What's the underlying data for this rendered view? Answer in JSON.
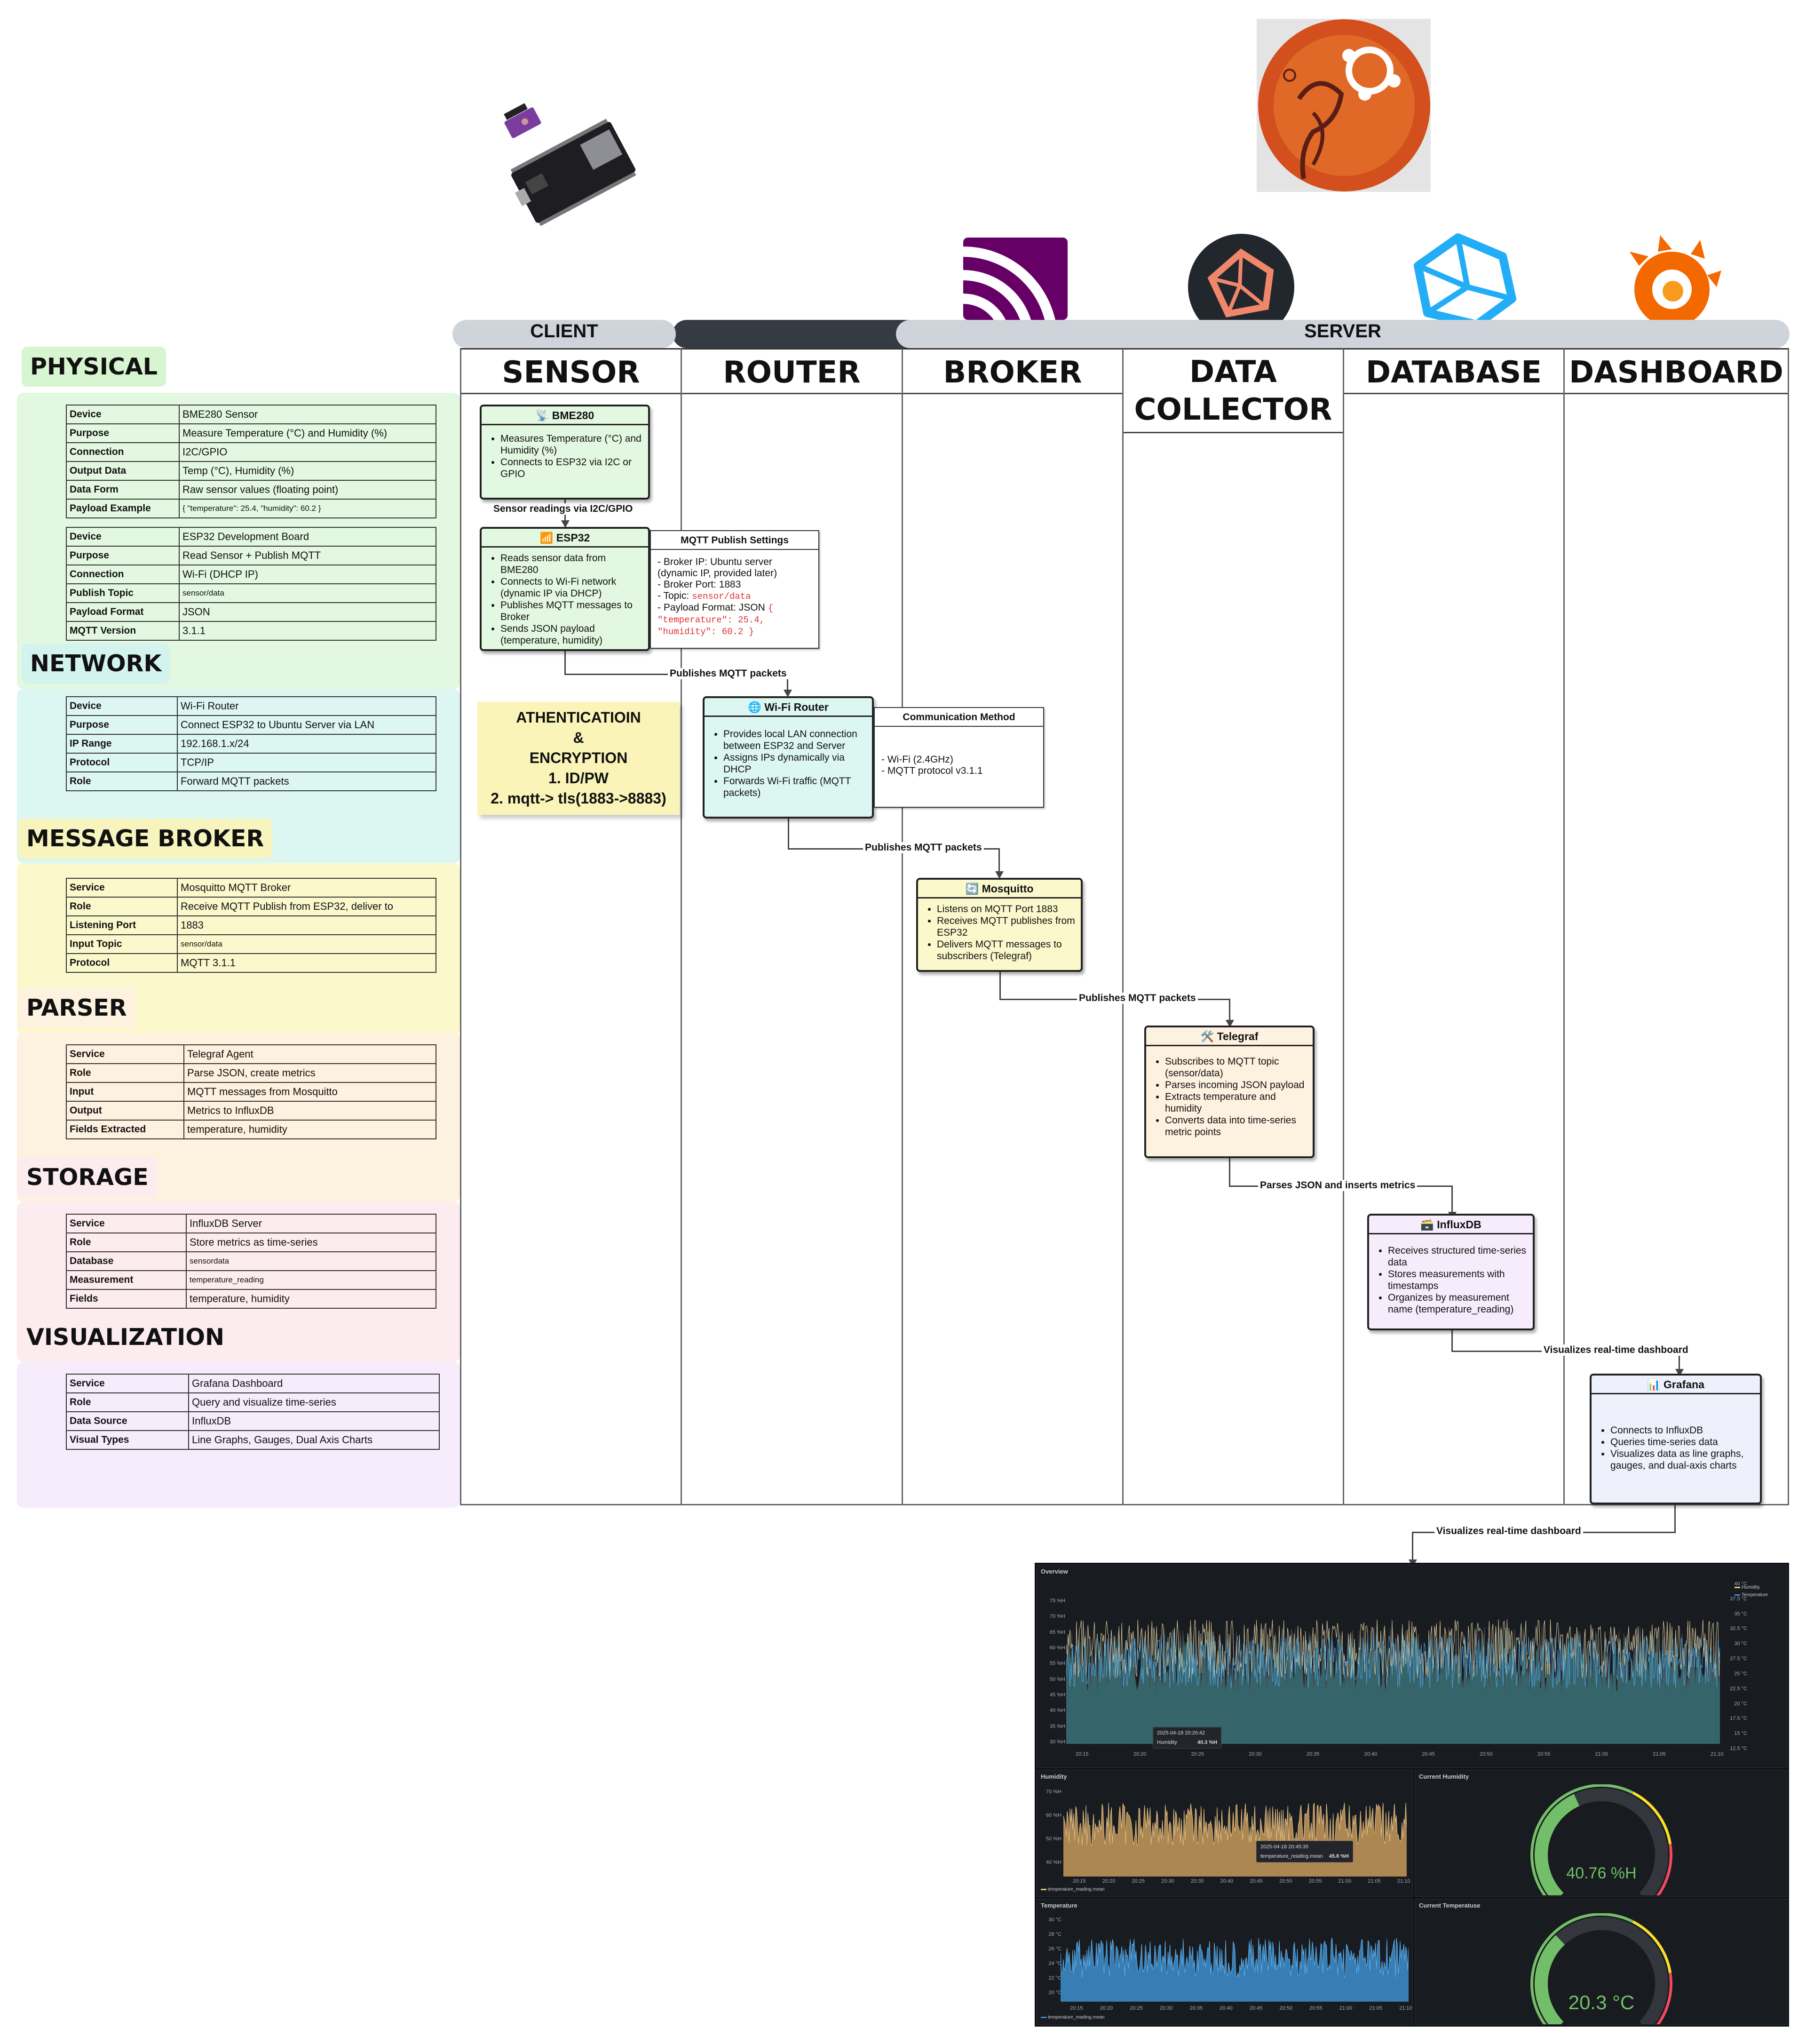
{
  "categories": {
    "physical": "PHYSICAL",
    "network": "NETWORK",
    "broker": "MESSAGE BROKER",
    "parser": "PARSER",
    "storage": "STORAGE",
    "visualization": "VISUALIZATION"
  },
  "tables": {
    "sensor": [
      [
        "Device",
        "BME280 Sensor"
      ],
      [
        "Purpose",
        "Measure Temperature (°C) and Humidity (%)"
      ],
      [
        "Connection",
        "I2C/GPIO"
      ],
      [
        "Output Data",
        "Temp (°C), Humidity (%)"
      ],
      [
        "Data Form",
        "Raw sensor values (floating point)"
      ],
      [
        "Payload Example",
        "{ \"temperature\": 25.4, \"humidity\": 60.2 }"
      ]
    ],
    "esp32": [
      [
        "Device",
        "ESP32 Development Board"
      ],
      [
        "Purpose",
        "Read Sensor + Publish MQTT"
      ],
      [
        "Connection",
        "Wi-Fi (DHCP IP)"
      ],
      [
        "Publish Topic",
        "sensor/data"
      ],
      [
        "Payload Format",
        "JSON"
      ],
      [
        "MQTT Version",
        "3.1.1"
      ]
    ],
    "network": [
      [
        "Device",
        "Wi-Fi Router"
      ],
      [
        "Purpose",
        "Connect ESP32 to Ubuntu Server via LAN"
      ],
      [
        "IP Range",
        "192.168.1.x/24"
      ],
      [
        "Protocol",
        "TCP/IP"
      ],
      [
        "Role",
        "Forward MQTT packets"
      ]
    ],
    "broker": [
      [
        "Service",
        "Mosquitto MQTT Broker"
      ],
      [
        "Role",
        "Receive MQTT Publish from ESP32, deliver to"
      ],
      [
        "Listening Port",
        "1883"
      ],
      [
        "Input Topic",
        "sensor/data"
      ],
      [
        "Protocol",
        "MQTT 3.1.1"
      ]
    ],
    "parser": [
      [
        "Service",
        "Telegraf Agent"
      ],
      [
        "Role",
        "Parse JSON, create metrics"
      ],
      [
        "Input",
        "MQTT messages from Mosquitto"
      ],
      [
        "Output",
        "Metrics to InfluxDB"
      ],
      [
        "Fields Extracted",
        "temperature, humidity"
      ]
    ],
    "storage": [
      [
        "Service",
        "InfluxDB Server"
      ],
      [
        "Role",
        "Store metrics as time-series"
      ],
      [
        "Database",
        "sensordata"
      ],
      [
        "Measurement",
        "temperature_reading"
      ],
      [
        "Fields",
        "temperature, humidity"
      ]
    ],
    "visualization": [
      [
        "Service",
        "Grafana Dashboard"
      ],
      [
        "Role",
        "Query and visualize time-series"
      ],
      [
        "Data Source",
        "InfluxDB"
      ],
      [
        "Visual Types",
        "Line Graphs, Gauges, Dual Axis Charts"
      ]
    ]
  },
  "bands": {
    "client": "CLIENT",
    "server": "SERVER"
  },
  "lanes": {
    "sensor": "SENSOR",
    "router": "ROUTER",
    "broker": "BROKER",
    "collector": "DATA\nCOLLECTOR",
    "database": "DATABASE",
    "dashboard": "DASHBOARD"
  },
  "nodes": {
    "bme280": {
      "title": "📡 BME280",
      "items": [
        "Measures Temperature (°C) and Humidity (%)",
        "Connects to ESP32 via I2C or GPIO"
      ]
    },
    "esp32": {
      "title": "📶 ESP32",
      "items": [
        "Reads sensor data from BME280",
        "Connects to Wi-Fi network (dynamic IP via DHCP)",
        "Publishes MQTT messages to Broker",
        "Sends JSON payload (temperature, humidity)"
      ]
    },
    "wifi": {
      "title": "🌐 Wi-Fi Router",
      "items": [
        "Provides local LAN connection between ESP32 and Server",
        "Assigns IPs dynamically via DHCP",
        "Forwards Wi-Fi traffic (MQTT packets)"
      ]
    },
    "mosquitto": {
      "title": "🔄 Mosquitto",
      "items": [
        "Listens on MQTT Port 1883",
        "Receives MQTT publishes from ESP32",
        "Delivers MQTT messages to subscribers (Telegraf)"
      ]
    },
    "telegraf": {
      "title": "🛠️ Telegraf",
      "items": [
        "Subscribes to MQTT topic (sensor/data)",
        "Parses incoming JSON payload",
        "Extracts temperature and humidity",
        "Converts data into time-series metric points"
      ]
    },
    "influx": {
      "title": "🗃️ InfluxDB",
      "items": [
        "Receives structured time-series data",
        "Stores measurements with timestamps",
        "Organizes by measurement name (temperature_reading)"
      ]
    },
    "grafana": {
      "title": "📊 Grafana",
      "items": [
        "Connects to InfluxDB",
        "Queries time-series data",
        "Visualizes data as line graphs, gauges, and dual-axis charts"
      ]
    }
  },
  "notes": {
    "mqtt": {
      "title": "MQTT Publish Settings",
      "body": "- Broker IP: Ubuntu server (dynamic IP, provided later)\n- Broker Port: 1883\n- Topic: ",
      "topic": "sensor/data",
      "fmt": "\n- Payload Format: JSON ",
      "payload": "{ \"temperature\": 25.4, \"humidity\": 60.2 }"
    },
    "comm": {
      "title": "Communication Method",
      "body": "- Wi-Fi (2.4GHz)\n- MQTT protocol v3.1.1"
    },
    "sticky": {
      "l1": "ATHENTICATIOIN",
      "l2": "&",
      "l3": "ENCRYPTION",
      "l4": "1. ID/PW",
      "l5": "2. mqtt-> tls(1883->8883)"
    }
  },
  "edges": {
    "e1": "Sensor readings via I2C/GPIO",
    "e2": "Publishes MQTT packets",
    "e3": "Publishes MQTT packets",
    "e4": "Publishes MQTT packets",
    "e5": "Parses JSON and inserts metrics",
    "e6": "Visualizes real-time dashboard",
    "e7": "Visualizes real-time dashboard"
  },
  "grafana": {
    "overview": {
      "title": "Overview",
      "legend": [
        "Humidity",
        "Temperature"
      ],
      "left_ticks": [
        "75 %H",
        "70 %H",
        "65 %H",
        "60 %H",
        "55 %H",
        "50 %H",
        "45 %H",
        "40 %H",
        "35 %H",
        "30 %H"
      ],
      "right_ticks": [
        "40 °C",
        "37.5 °C",
        "35 °C",
        "32.5 °C",
        "30 °C",
        "27.5 °C",
        "25 °C",
        "22.5 °C",
        "20 °C",
        "17.5 °C",
        "15 °C",
        "12.5 °C"
      ],
      "x_ticks": [
        "20:15",
        "20:20",
        "20:25",
        "20:30",
        "20:35",
        "20:40",
        "20:45",
        "20:50",
        "20:55",
        "21:00",
        "21:05",
        "21:10"
      ],
      "tooltip_time": "2025-04-18 20:20:42",
      "tooltip_label": "Humidity",
      "tooltip_value": "40.3 %H"
    },
    "humidity": {
      "title": "Humidity",
      "y_ticks": [
        "70 %H",
        "60 %H",
        "50 %H",
        "40 %H"
      ],
      "x_ticks": [
        "20:15",
        "20:20",
        "20:25",
        "20:30",
        "20:35",
        "20:40",
        "20:45",
        "20:50",
        "20:55",
        "21:00",
        "21:05",
        "21:10"
      ],
      "legend": "temperature_reading.mean",
      "tooltip_time": "2025-04-18 20:45:35",
      "tooltip_label": "temperature_reading.mean",
      "tooltip_value": "45.8 %H"
    },
    "temperature": {
      "title": "Temperature",
      "y_ticks": [
        "30 °C",
        "28 °C",
        "26 °C",
        "24 °C",
        "22 °C",
        "20 °C"
      ],
      "x_ticks": [
        "20:15",
        "20:20",
        "20:25",
        "20:30",
        "20:35",
        "20:40",
        "20:45",
        "20:50",
        "20:55",
        "21:00",
        "21:05",
        "21:10"
      ],
      "legend": "temperature_reading.mean"
    },
    "gauge_h": {
      "title": "Current Humidity",
      "value": "40.76 %H",
      "fraction": 0.41
    },
    "gauge_t": {
      "title": "Current Temperatuse",
      "value": "20.3 °C",
      "fraction": 0.34
    }
  },
  "colors": {
    "physical": "#e3f8e0",
    "network": "#dcf6f2",
    "broker": "#fbf8cc",
    "parser": "#fdf1df",
    "storage": "#fcecef",
    "visualization": "#f6ecfb",
    "dark_band": "#353b43",
    "light_band": "#cfd4da",
    "humidity": "#c79a5c",
    "temperature": "#3e8fd0"
  }
}
